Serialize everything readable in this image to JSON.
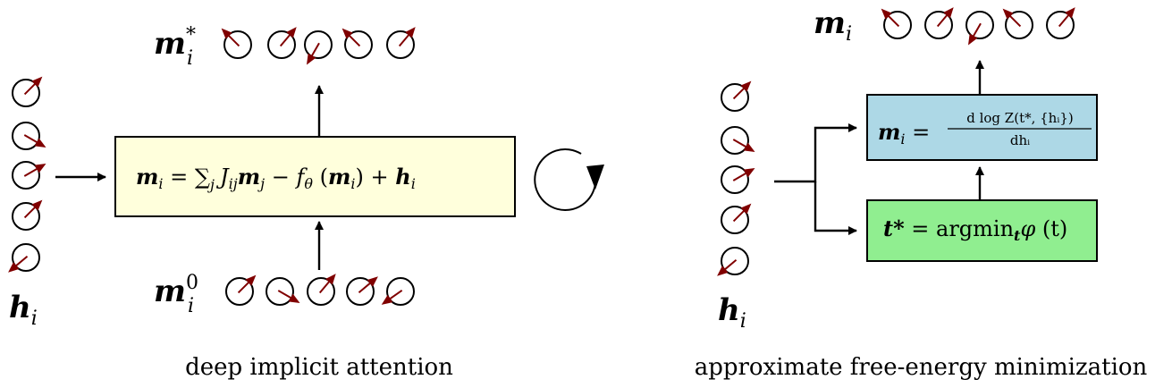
{
  "left_panel": {
    "caption": "deep implicit attention",
    "h_label": "h",
    "h_sub": "i",
    "top_label": "m",
    "top_sub": "i",
    "top_sup": "*",
    "bottom_label": "m",
    "bottom_sub": "i",
    "bottom_sup": "0",
    "box_equation": {
      "m": "m",
      "i": "i",
      "eq": " = ",
      "sum": "∑",
      "sum_sub": "j",
      "J": "J",
      "J_sub": "ij",
      "mj": "m",
      "j": "j",
      "minus": " − ",
      "f": "f",
      "theta": "θ",
      "lpar": " (",
      "rpar": ")",
      "plus": " + ",
      "h": "h"
    },
    "box_color": "#ffffdc",
    "refresh_symbol": "cycle-arrow"
  },
  "right_panel": {
    "caption": "approximate free-energy minimization",
    "h_label": "h",
    "h_sub": "i",
    "top_label": "m",
    "top_sub": "i",
    "blue_box": {
      "lhs": "m",
      "lhs_sub": "i",
      "eq": " = ",
      "numerator": "d log Z(t*, {hᵢ})",
      "denominator": "dhᵢ",
      "color": "#add8e6"
    },
    "green_box": {
      "lhs": "t*",
      "eq": " = argmin",
      "argmin_sub": "t",
      "phi": "φ",
      "arg": " (t)",
      "color": "#90ee90"
    }
  },
  "colors": {
    "arrow_spin": "#800000",
    "stroke": "#000000"
  }
}
